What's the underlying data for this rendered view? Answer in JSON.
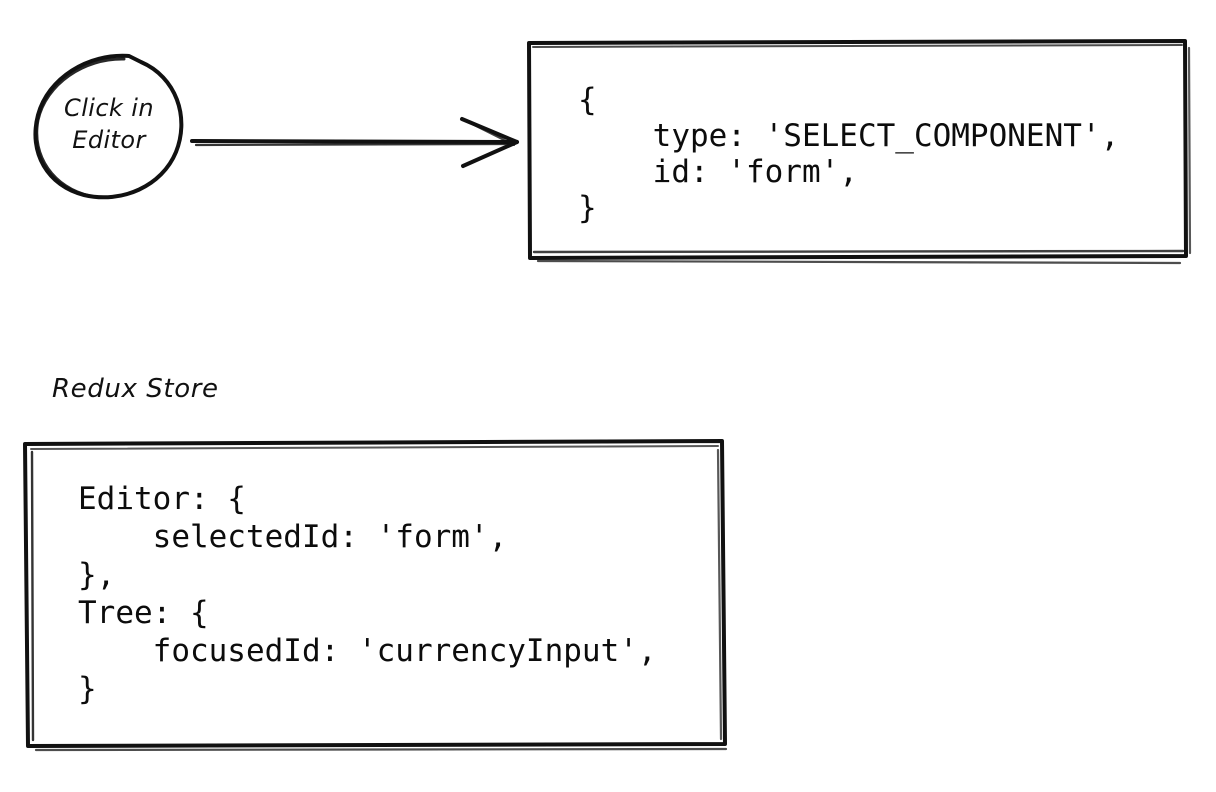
{
  "diagram": {
    "title_label": "Redux Store",
    "stroke_color": "#111111",
    "background_color": "#ffffff",
    "text_color": "#0c0c0c"
  },
  "trigger_node": {
    "shape": "circle",
    "line1": "Click in",
    "line2": "Editor"
  },
  "arrow": {
    "name": "trigger-to-action-arrow",
    "from": "trigger_node",
    "to": "action_box",
    "direction": "right"
  },
  "action_box": {
    "name": "redux-action-box",
    "lines": [
      "{",
      "    type: 'SELECT_COMPONENT',",
      "    id: 'form',",
      "}"
    ],
    "code": "{\n    type: 'SELECT_COMPONENT',\n    id: 'form',\n}"
  },
  "store_box": {
    "name": "redux-store-state-box",
    "lines": [
      "Editor: {",
      "    selectedId: 'form',",
      "},",
      "Tree: {",
      "    focusedId: 'currencyInput',",
      "}"
    ],
    "code": "Editor: {\n    selectedId: 'form',\n},\nTree: {\n    focusedId: 'currencyInput',\n}"
  }
}
